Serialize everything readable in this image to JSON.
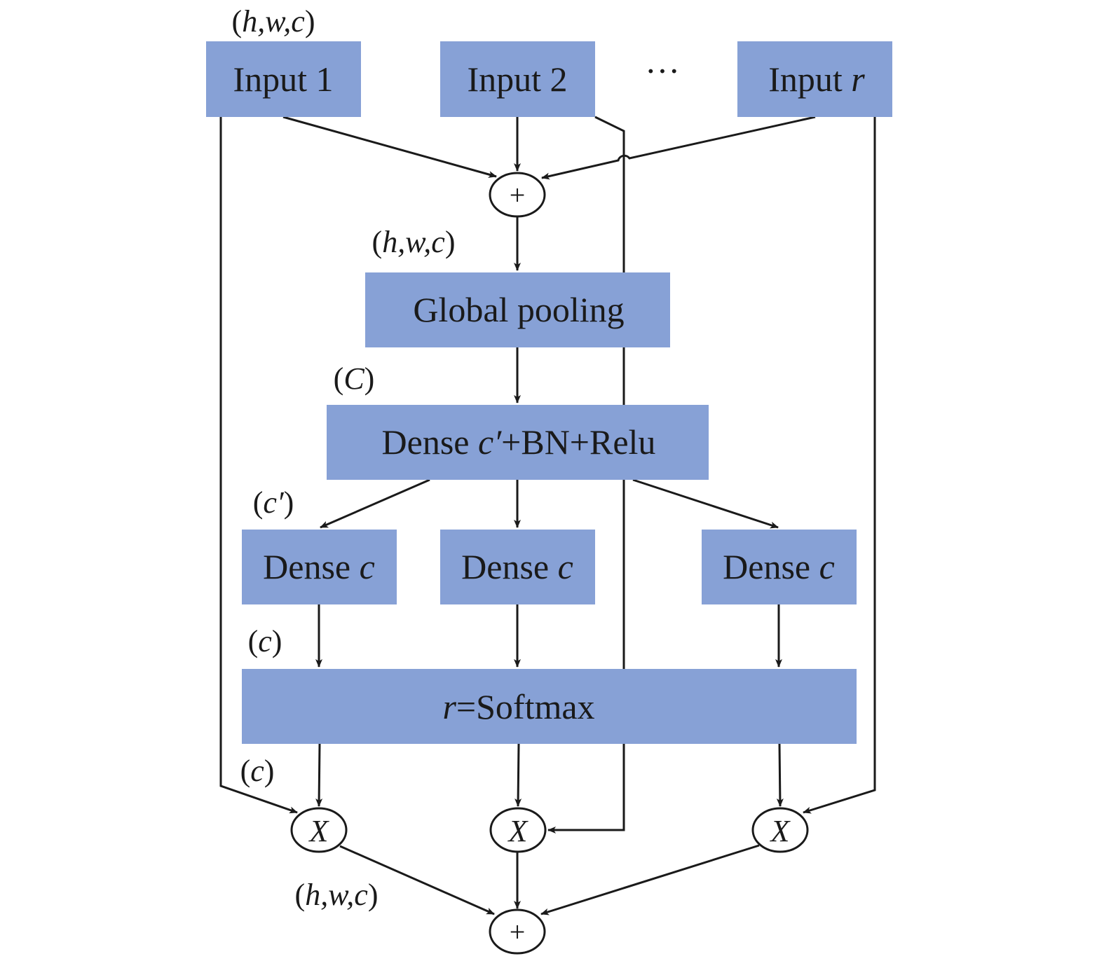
{
  "colors": {
    "box": "#87a1d6",
    "line": "#1a1a1a"
  },
  "inputs": [
    {
      "text": "Input ",
      "var": "1"
    },
    {
      "text": "Input ",
      "var": "2"
    },
    {
      "text": "Input ",
      "var": "r"
    }
  ],
  "ellipsis": "···",
  "global_pooling": "Global pooling",
  "dense_bn": {
    "pre": "Dense ",
    "var": "c′",
    "post": "+BN+Relu"
  },
  "dense_c": {
    "text": "Dense ",
    "var": "c"
  },
  "softmax": {
    "var": "r",
    "text": "=Softmax"
  },
  "operators": {
    "add": "+",
    "multiply": "X"
  },
  "labels": {
    "hwc": "h,w,c",
    "C": "C",
    "c_prime": "c′",
    "c": "c"
  }
}
